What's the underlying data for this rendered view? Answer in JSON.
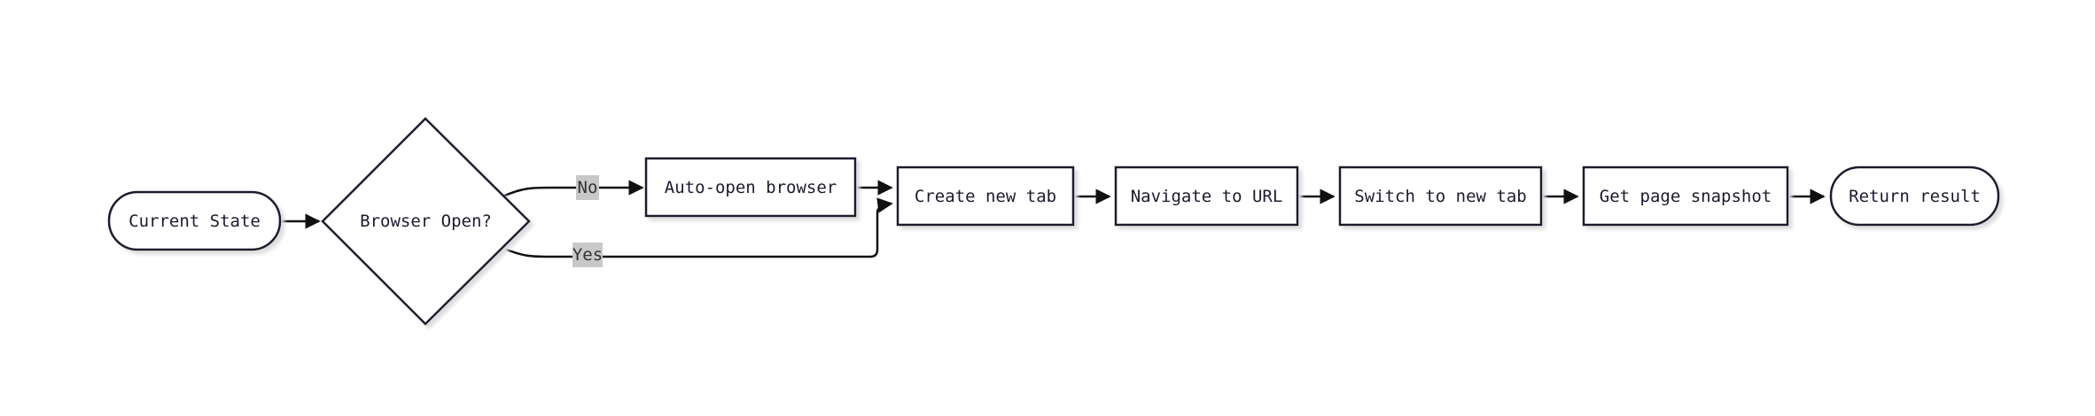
{
  "diagram": {
    "nodes": {
      "current_state": "Current State",
      "browser_open": "Browser Open?",
      "auto_open": "Auto-open browser",
      "create_tab": "Create new tab",
      "navigate": "Navigate to URL",
      "switch_tab": "Switch to new tab",
      "snapshot": "Get page snapshot",
      "return_result": "Return result"
    },
    "edges": {
      "no_label": "No",
      "yes_label": "Yes"
    },
    "colors": {
      "stroke": "#1b1b2f",
      "label_background": "#c8c8c8",
      "shadow": "#dcdcdc"
    }
  }
}
